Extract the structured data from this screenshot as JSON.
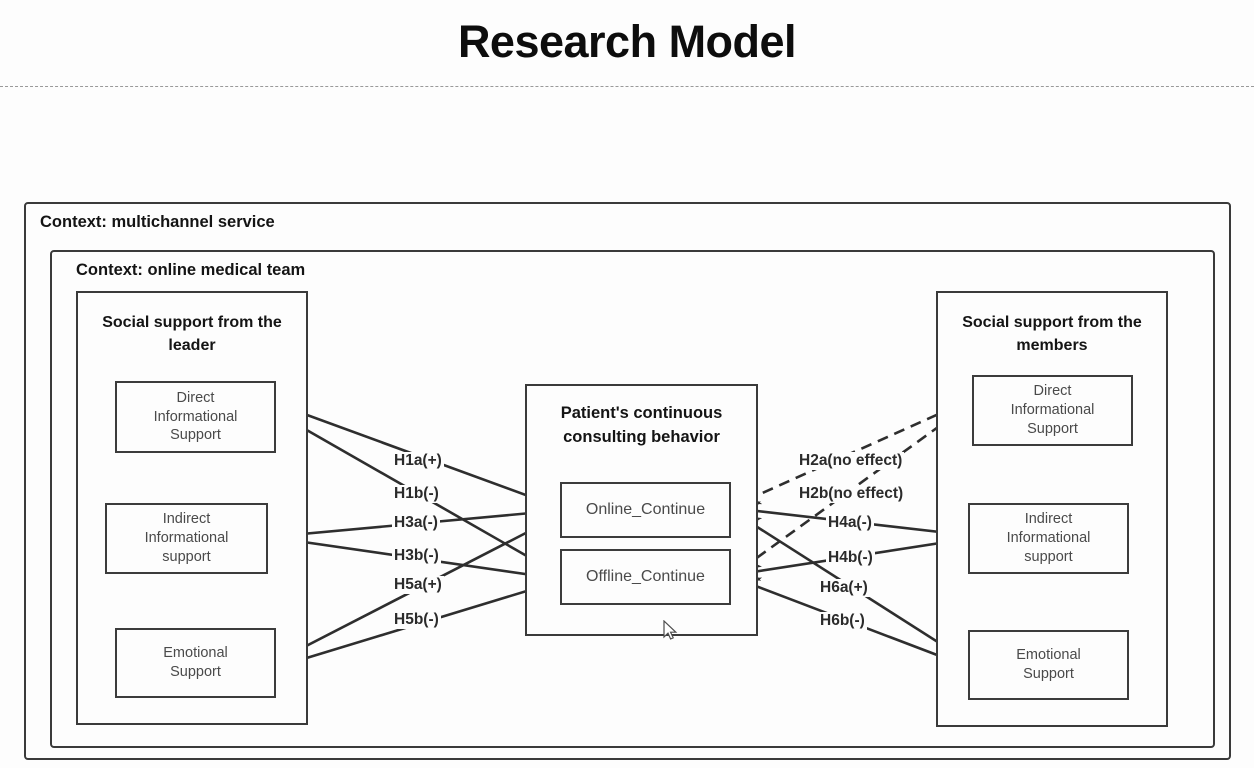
{
  "slide": {
    "title": "Research Model"
  },
  "frames": {
    "outer_label": "Context: multichannel service",
    "inner_label": "Context: online medical team"
  },
  "panels": {
    "leader": {
      "title": "Social support\nfrom the leader",
      "title_line1": "Social support",
      "title_line2": "from the leader",
      "constructs": [
        {
          "line1": "Direct",
          "line2": "Informational",
          "line3": "Support"
        },
        {
          "line1": "Indirect",
          "line2": "Informational",
          "line3": "support"
        },
        {
          "line1": "Emotional",
          "line2": "Support",
          "line3": ""
        }
      ]
    },
    "members": {
      "title_line1": "Social support from",
      "title_line2": "the members",
      "constructs": [
        {
          "line1": "Direct",
          "line2": "Informational",
          "line3": "Support"
        },
        {
          "line1": "Indirect",
          "line2": "Informational",
          "line3": "support"
        },
        {
          "line1": "Emotional",
          "line2": "Support",
          "line3": ""
        }
      ]
    },
    "outcome": {
      "title_line1": "Patient's continuous",
      "title_line2": "consulting behavior",
      "boxes": [
        {
          "label": "Online_Continue"
        },
        {
          "label": "Offline_Continue"
        }
      ]
    }
  },
  "hypotheses": {
    "left": [
      {
        "id": "H1a",
        "label": "H1a(+)",
        "from": "leader-direct",
        "to": "Online_Continue",
        "sign": "+",
        "style": "solid"
      },
      {
        "id": "H1b",
        "label": "H1b(-)",
        "from": "leader-direct",
        "to": "Offline_Continue",
        "sign": "-",
        "style": "solid"
      },
      {
        "id": "H3a",
        "label": "H3a(-)",
        "from": "leader-indirect",
        "to": "Online_Continue",
        "sign": "-",
        "style": "solid"
      },
      {
        "id": "H3b",
        "label": "H3b(-)",
        "from": "leader-indirect",
        "to": "Offline_Continue",
        "sign": "-",
        "style": "solid"
      },
      {
        "id": "H5a",
        "label": "H5a(+)",
        "from": "leader-emotional",
        "to": "Online_Continue",
        "sign": "+",
        "style": "solid"
      },
      {
        "id": "H5b",
        "label": "H5b(-)",
        "from": "leader-emotional",
        "to": "Offline_Continue",
        "sign": "-",
        "style": "solid"
      }
    ],
    "right": [
      {
        "id": "H2a",
        "label": "H2a(no effect)",
        "from": "members-direct",
        "to": "Online_Continue",
        "sign": "no effect",
        "style": "dashed"
      },
      {
        "id": "H2b",
        "label": "H2b(no effect)",
        "from": "members-direct",
        "to": "Offline_Continue",
        "sign": "no effect",
        "style": "dashed"
      },
      {
        "id": "H4a",
        "label": "H4a(-)",
        "from": "members-indirect",
        "to": "Online_Continue",
        "sign": "-",
        "style": "solid"
      },
      {
        "id": "H4b",
        "label": "H4b(-)",
        "from": "members-indirect",
        "to": "Offline_Continue",
        "sign": "-",
        "style": "solid"
      },
      {
        "id": "H6a",
        "label": "H6a(+)",
        "from": "members-emotional",
        "to": "Online_Continue",
        "sign": "+",
        "style": "solid"
      },
      {
        "id": "H6b",
        "label": "H6b(-)",
        "from": "members-emotional",
        "to": "Offline_Continue",
        "sign": "-",
        "style": "solid"
      }
    ]
  },
  "colors": {
    "background": "#fdfdfd",
    "border": "#3a3a3a",
    "box_text": "#4a4a4a",
    "title_text": "#0d0d0d",
    "link": "#2e2e2e"
  }
}
